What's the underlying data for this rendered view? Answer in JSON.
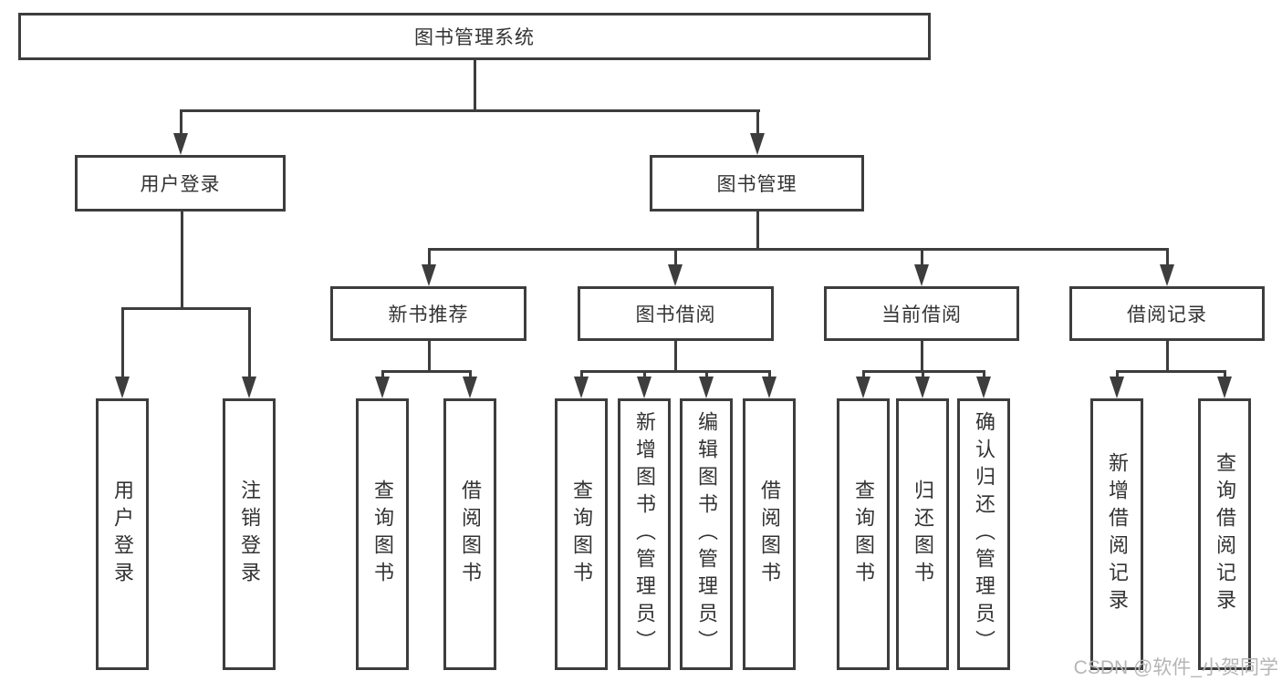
{
  "diagram": {
    "title": "图书管理系统",
    "branches": [
      {
        "label": "用户登录",
        "children": [
          "用户登录",
          "注销登录"
        ]
      },
      {
        "label": "图书管理",
        "modules": [
          {
            "label": "新书推荐",
            "children": [
              "查询图书",
              "借阅图书"
            ]
          },
          {
            "label": "图书借阅",
            "children": [
              "查询图书",
              "新增图书（管理员）",
              "编辑图书（管理员）",
              "借阅图书"
            ]
          },
          {
            "label": "当前借阅",
            "children": [
              "查询图书",
              "归还图书",
              "确认归还（管理员）"
            ]
          },
          {
            "label": "借阅记录",
            "children": [
              "新增借阅记录",
              "查询借阅记录"
            ]
          }
        ]
      }
    ]
  },
  "watermark": {
    "text": "CSDN @软件_小贺同学"
  },
  "colors": {
    "line": "#3d3d3d",
    "text": "#333333",
    "watermark": "#b5b5b5",
    "background": "#ffffff"
  }
}
